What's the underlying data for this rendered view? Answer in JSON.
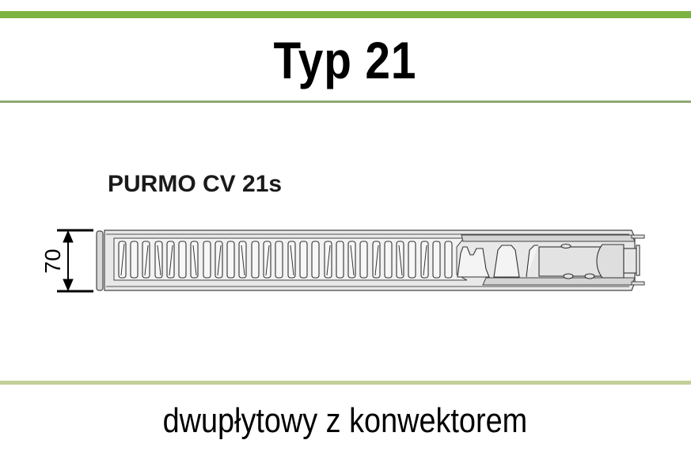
{
  "header": {
    "title": "Typ 21",
    "accent_color": "#7cb342",
    "divider_color": "#8fa871"
  },
  "diagram": {
    "model_label": "PURMO CV 21s",
    "dimension": {
      "value": "70",
      "orientation": "vertical",
      "description": "height dimension arrow"
    },
    "components": [
      "radiator-front-panel",
      "convector-fins",
      "radiator-rear-panel",
      "end-cap",
      "mounting-bracket"
    ],
    "fill_color": "#e6e6e6",
    "stroke_color": "#333333"
  },
  "footer": {
    "subtitle": "dwupłytowy z konwektorem",
    "divider_color": "#c1d199"
  }
}
